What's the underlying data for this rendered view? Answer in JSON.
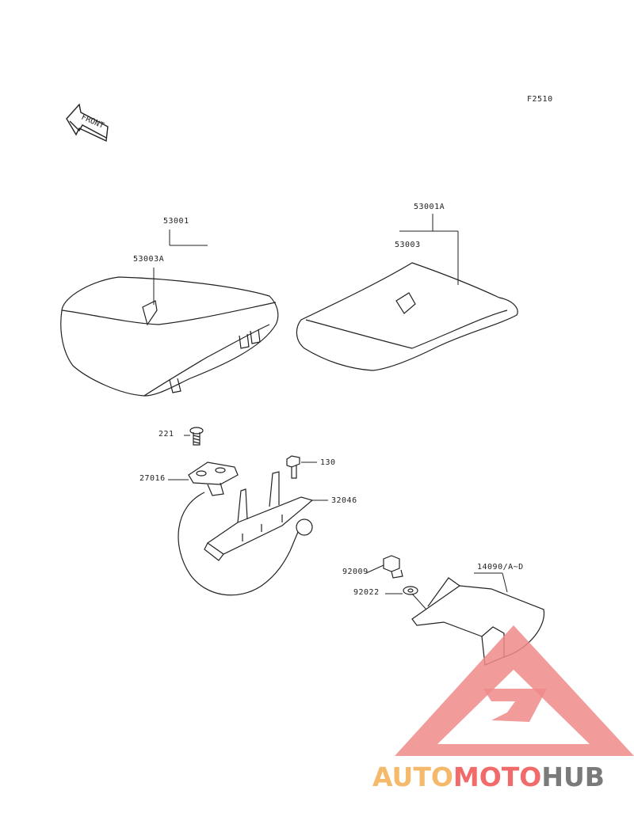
{
  "figure_code": "F2510",
  "front_arrow_text": "FRONT",
  "callouts": {
    "c53001": "53001",
    "c53003A": "53003A",
    "c53001A": "53001A",
    "c53003": "53003",
    "c221": "221",
    "c130": "130",
    "c27016": "27016",
    "c32046": "32046",
    "c92009": "92009",
    "c14090": "14090/A~D",
    "c92022": "92022"
  },
  "watermark": {
    "part1": "AUTO",
    "part2": "MOTO",
    "part3": "HUB",
    "colors": {
      "auto": "#f4b96a",
      "moto": "#f26b6b",
      "hub": "#7a7a7a"
    }
  }
}
